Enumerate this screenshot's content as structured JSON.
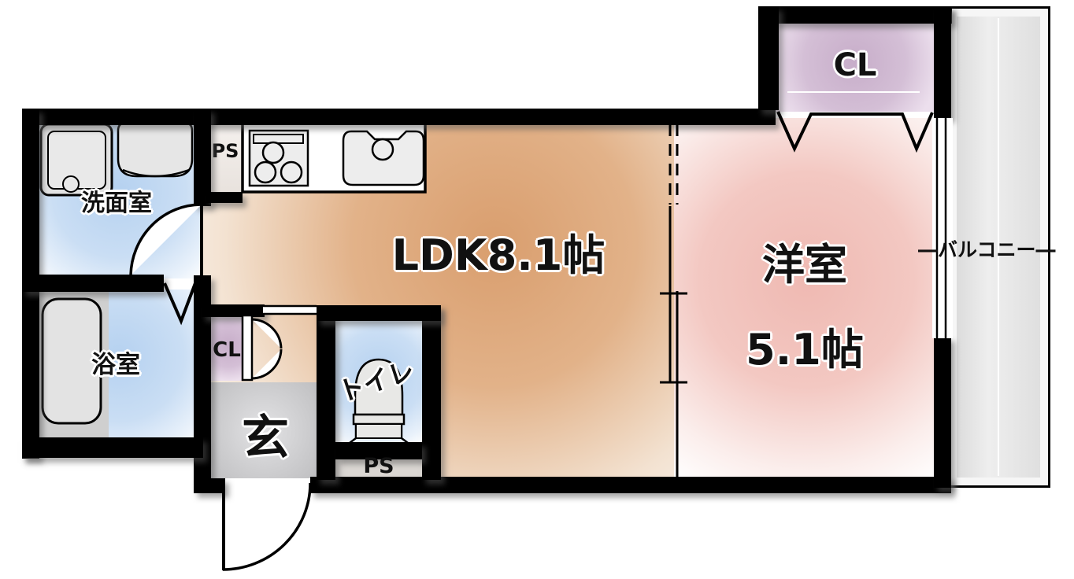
{
  "plan_type": "japanese-apartment-floor-plan",
  "labels": {
    "washroom": "洗面室",
    "bathroom": "浴室",
    "ldk": "LDK8.1帖",
    "western_room_name": "洋室",
    "western_room_size": "5.1帖",
    "closet_top": "CL",
    "closet_hall": "CL",
    "entrance": "玄",
    "toilet": "トイレ",
    "pipe_space_top": "PS",
    "pipe_space_bottom": "PS",
    "balcony": "―バルコニー―"
  },
  "colors": {
    "wall": "#000000",
    "ldk_floor_center": "#d99e6e",
    "western_floor_center": "#efb9b2",
    "closet_fill": "#c7adc9",
    "wet_area_floor": "#b5d1f0",
    "entrance_floor": "#c9c9cb",
    "balcony_floor": "#e6e6e6",
    "fixture_fill": "#e8e8e6"
  }
}
